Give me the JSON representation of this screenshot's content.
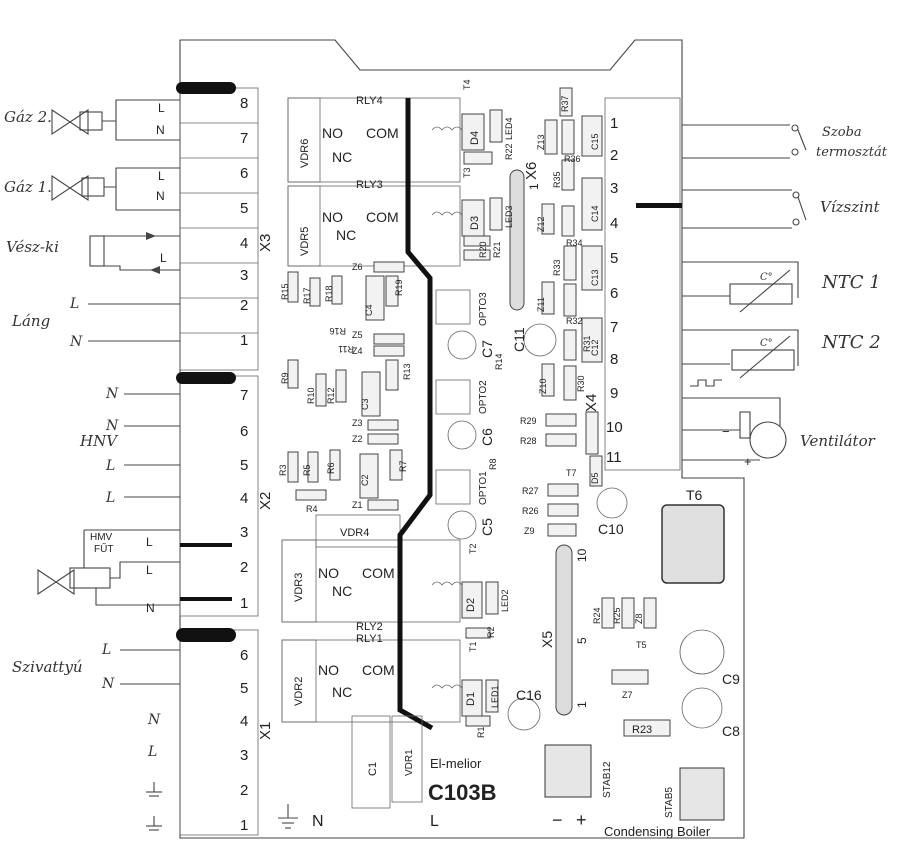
{
  "board": {
    "brand": "El-melior",
    "model": "C103B",
    "product": "Condensing Boiler"
  },
  "connectors": {
    "x3": "X3",
    "x2": "X2",
    "x1": "X1",
    "x4": "X4",
    "x5": "X5",
    "x6": "X6",
    "x3_pins": [
      "8",
      "7",
      "6",
      "5",
      "4",
      "3",
      "2",
      "1"
    ],
    "x2_pins": [
      "7",
      "6",
      "5",
      "4",
      "3",
      "2",
      "1"
    ],
    "x1_pins": [
      "6",
      "5",
      "4",
      "3",
      "2",
      "1"
    ],
    "x4_pins": [
      "1",
      "2",
      "3",
      "4",
      "5",
      "6",
      "7",
      "8",
      "9",
      "10",
      "11"
    ],
    "x5_pins": [
      "10",
      "5",
      "1"
    ],
    "x6_pin": "1"
  },
  "left_labels": {
    "gaz2": "Gáz 2.",
    "gaz1": "Gáz 1.",
    "vesz_ki": "Vész-ki",
    "lang": "Láng",
    "hmv": "HMV",
    "futes": "FŰT",
    "hnv": "HNV",
    "szivattyu": "Szivattyú"
  },
  "right_labels": {
    "szoba1": "Szoba",
    "szoba2": "termosztát",
    "vizszint": "Vízszint",
    "ntc1": "NTC 1",
    "ntc2": "NTC 2",
    "ventilator": "Ventilátor",
    "c_sym": "C°"
  },
  "wire_letters": {
    "L": "L",
    "N": "N",
    "plus": "+",
    "minus": "−"
  },
  "relays": {
    "rly4": "RLY4",
    "rly3": "RLY3",
    "rly2": "RLY2",
    "rly1": "RLY1",
    "no": "NO",
    "nc": "NC",
    "com": "COM"
  },
  "components": {
    "vdr6": "VDR6",
    "vdr5": "VDR5",
    "vdr4": "VDR4",
    "vdr3": "VDR3",
    "vdr2": "VDR2",
    "vdr1": "VDR1",
    "c1": "C1",
    "c2": "C2",
    "c3": "C3",
    "c4": "C4",
    "c5": "C5",
    "c6": "C6",
    "c7": "C7",
    "c8": "C8",
    "c9": "C9",
    "c10": "C10",
    "c11": "C11",
    "c12": "C12",
    "c13": "C13",
    "c14": "C14",
    "c15": "C15",
    "c16": "C16",
    "d1": "D1",
    "d2": "D2",
    "d3": "D3",
    "d4": "D4",
    "d5": "D5",
    "led1": "LED1",
    "led2": "LED2",
    "led3": "LED3",
    "led4": "LED4",
    "t1": "T1",
    "t2": "T2",
    "t3": "T3",
    "t4": "T4",
    "t5": "T5",
    "t6": "T6",
    "t7": "T7",
    "opto1": "OPTO1",
    "opto2": "OPTO2",
    "opto3": "OPTO3",
    "stab12": "STAB12",
    "stab5": "STAB5",
    "r1": "R1",
    "r2": "R2",
    "r3": "R3",
    "r4": "R4",
    "r5": "R5",
    "r6": "R6",
    "r7": "R7",
    "r8": "R8",
    "r9": "R9",
    "r10": "R10",
    "r11": "R11",
    "r12": "R12",
    "r13": "R13",
    "r14": "R14",
    "r15": "R15",
    "r16": "R16",
    "r17": "R17",
    "r18": "R18",
    "r19": "R19",
    "r20": "R20",
    "r21": "R21",
    "r22": "R22",
    "r23": "R23",
    "r24": "R24",
    "r25": "R25",
    "r26": "R26",
    "r27": "R27",
    "r28": "R28",
    "r29": "R29",
    "r30": "R30",
    "r31": "R31",
    "r32": "R32",
    "r33": "R33",
    "r34": "R34",
    "r35": "R35",
    "r36": "R36",
    "r37": "R37",
    "z1": "Z1",
    "z2": "Z2",
    "z3": "Z3",
    "z4": "Z4",
    "z5": "Z5",
    "z6": "Z6",
    "z7": "Z7",
    "z8": "Z8",
    "z9": "Z9",
    "z10": "Z10",
    "z11": "Z11",
    "z12": "Z12",
    "z13": "Z13"
  }
}
